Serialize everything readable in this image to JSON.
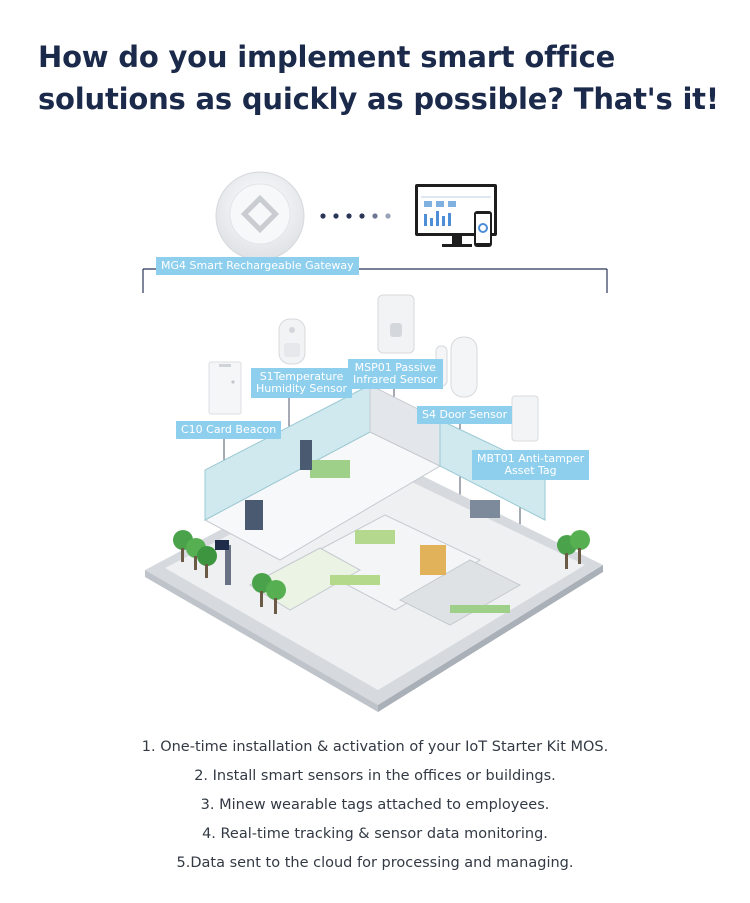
{
  "headline": "How do you implement smart office solutions as quickly as possible? That's it!",
  "diagram": {
    "gateway_label": "MG4 Smart Rechargeable Gateway",
    "devices": [
      {
        "name": "c10-card-beacon",
        "label": "C10 Card Beacon"
      },
      {
        "name": "s1-sensor",
        "label_lines": [
          "S1Temperature",
          "Humidity Sensor"
        ]
      },
      {
        "name": "msp01-sensor",
        "label_lines": [
          "MSP01 Passive",
          "Infrared Sensor"
        ]
      },
      {
        "name": "s4-door-sensor",
        "label": "S4 Door Sensor"
      },
      {
        "name": "mbt01-tag",
        "label_lines": [
          "MBT01 Anti-tamper",
          "Asset Tag"
        ]
      }
    ],
    "accent_color": "#8fcfee",
    "headline_color": "#1b2a4a"
  },
  "steps": [
    "1. One-time installation & activation of your IoT Starter Kit MOS.",
    "2. Install smart sensors in the offices or buildings.",
    "3. Minew wearable tags attached to employees.",
    "4. Real-time tracking & sensor data monitoring.",
    "5.Data sent to the cloud for processing and managing."
  ]
}
